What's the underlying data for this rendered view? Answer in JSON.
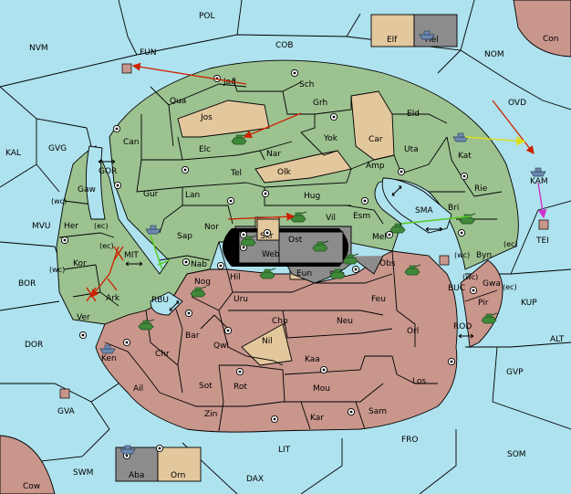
{
  "territories": {
    "sea": [
      "POL",
      "NVM",
      "FUN",
      "COB",
      "NOM",
      "OVD",
      "KAL",
      "GVG",
      "GOR",
      "MVU",
      "BOR",
      "DOR",
      "SMA",
      "BUC",
      "KUP",
      "ROD",
      "ALT",
      "GVP",
      "GVA",
      "SWM",
      "LIT",
      "FRO",
      "SOM",
      "DAX",
      "MIT",
      "RBU",
      "KAM",
      "TEI",
      "Con",
      "Cow"
    ],
    "green": [
      "Jad",
      "Sch",
      "Qua",
      "Grh",
      "Elc",
      "Eld",
      "Can",
      "Nar",
      "Yok",
      "Uta",
      "Kat",
      "Tel",
      "Amp",
      "Gaw",
      "Gur",
      "Lan",
      "Hug",
      "Rie",
      "Her",
      "Nor",
      "Vil",
      "Esm",
      "Bri",
      "Sap",
      "Skr",
      "Ost",
      "Mel",
      "Kor",
      "Nab",
      "Byn",
      "Ver",
      "Ark"
    ],
    "desert": [
      "Jos",
      "Car",
      "Olk",
      "Eun",
      "Elf",
      "Orn",
      "Nil"
    ],
    "red": [
      "Web",
      "Sun",
      "Hil",
      "Obs",
      "Nog",
      "Uru",
      "Feu",
      "Gwa",
      "Pir",
      "Chp",
      "Neu",
      "Bar",
      "Qwi",
      "Orl",
      "Ken",
      "Chr",
      "Kaa",
      "Sot",
      "Rot",
      "Los",
      "Mou",
      "Ail",
      "Zin",
      "Kar",
      "Sam"
    ],
    "grey": [
      "Hel",
      "Aba"
    ]
  },
  "coast_tags": {
    "wc": "(wc)",
    "ec": "(ec)"
  },
  "colors": {
    "sea": "#aee2ee",
    "green": "#9cc290",
    "desert": "#e3c79d",
    "red": "#c9968c",
    "grey": "#8c8c8c",
    "order_move": "#cc2200",
    "order_support": "#55cc22",
    "order_convoy": "#dddd22",
    "order_retreat": "#cc33cc"
  }
}
